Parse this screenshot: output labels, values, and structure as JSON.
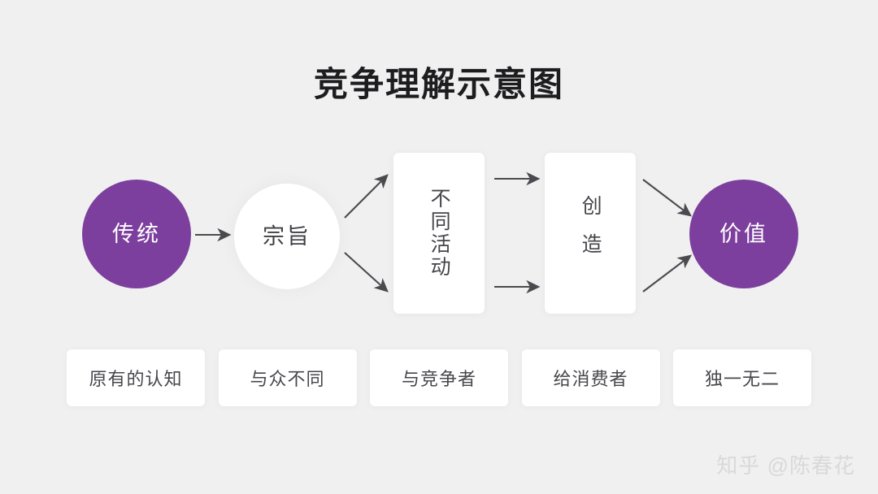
{
  "page": {
    "title": "竞争理解示意图",
    "background_color": "#f0f0f0",
    "accent_color": "#7c3f9e",
    "text_color": "#45454a"
  },
  "diagram": {
    "nodes": [
      {
        "id": "tradition",
        "label": "传统",
        "shape": "circle",
        "fill": "#7c3f9e",
        "text_color": "#ffffff"
      },
      {
        "id": "purpose",
        "label": "宗旨",
        "shape": "circle",
        "fill": "#ffffff",
        "text_color": "#3f3f44"
      },
      {
        "id": "activities",
        "label": "不同活动",
        "shape": "rounded-rect",
        "fill": "#ffffff",
        "text_color": "#45454a",
        "orientation": "vertical"
      },
      {
        "id": "create",
        "label": "创造",
        "shape": "rounded-rect",
        "fill": "#ffffff",
        "text_color": "#45454a",
        "orientation": "vertical"
      },
      {
        "id": "value",
        "label": "价值",
        "shape": "circle",
        "fill": "#7c3f9e",
        "text_color": "#ffffff"
      }
    ],
    "arrows": [
      {
        "id": "tradition-to-purpose",
        "from": "tradition",
        "to": "purpose",
        "direction": "right"
      },
      {
        "id": "purpose-to-activities-up",
        "from": "purpose",
        "to": "activities",
        "direction": "up-right"
      },
      {
        "id": "purpose-to-activities-dn",
        "from": "purpose",
        "to": "activities",
        "direction": "down-right"
      },
      {
        "id": "activities-to-create-top",
        "from": "activities",
        "to": "create",
        "direction": "right"
      },
      {
        "id": "activities-to-create-bot",
        "from": "activities",
        "to": "create",
        "direction": "right"
      },
      {
        "id": "create-to-value-down",
        "from": "create",
        "to": "value",
        "direction": "down-right"
      },
      {
        "id": "create-to-value-up",
        "from": "create",
        "to": "value",
        "direction": "up-right"
      }
    ],
    "arrow_color": "#4b4b4f"
  },
  "captions": [
    {
      "id": "original-cognition",
      "label": "原有的认知"
    },
    {
      "id": "distinctive",
      "label": "与众不同"
    },
    {
      "id": "with-competitors",
      "label": "与竞争者"
    },
    {
      "id": "for-consumers",
      "label": "给消费者"
    },
    {
      "id": "one-of-a-kind",
      "label": "独一无二"
    }
  ],
  "watermark": {
    "text": "知乎 @陈春花"
  }
}
